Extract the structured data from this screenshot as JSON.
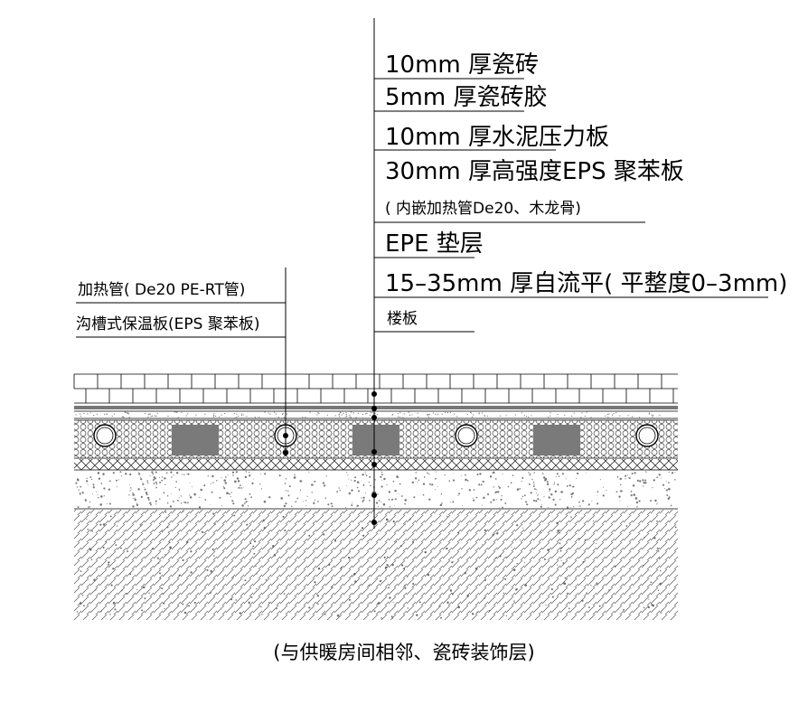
{
  "layers_right": [
    "10mm 厚瓷砖",
    "5mm 厚瓷砖胶",
    "10mm 厚水泥压力板",
    "30mm 厚高强度EPS 聚苯板",
    "( 内嵌加热管De20、木龙骨)",
    "EPE 垫层",
    "15–35mm 厚自流平( 平整度0–3mm)",
    "楼板"
  ],
  "labels_left": [
    "加热管( De20 PE-RT管)",
    "沟槽式保温板(EPS 聚苯板)"
  ],
  "caption": "(与供暖房间相邻、瓷砖装饰层)",
  "colors": {
    "line": "#000000",
    "hatch": "#555555",
    "gray_layer": "#777777",
    "wood_block": "#7a7a7a",
    "dots": "#777777"
  }
}
